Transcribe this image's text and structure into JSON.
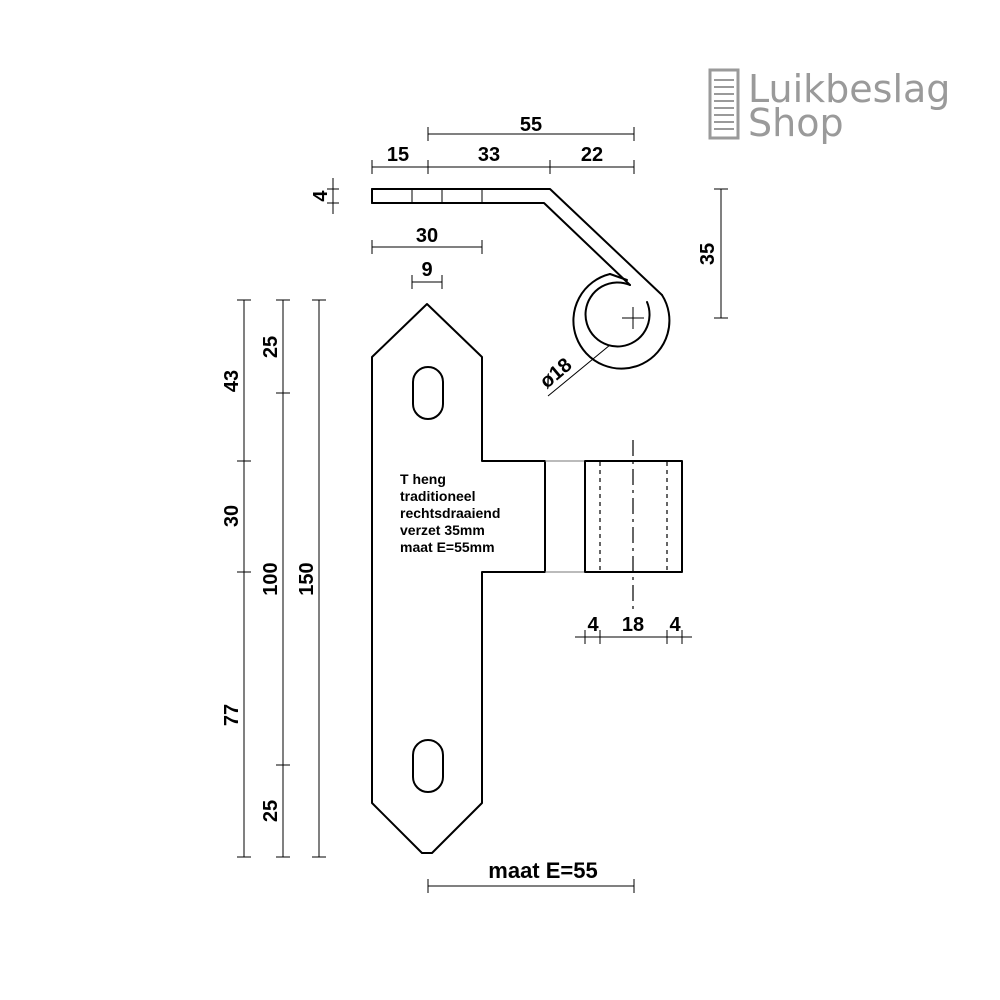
{
  "brand": {
    "line1": "Luikbeslag",
    "line2": "Shop",
    "color": "#9a9a9a",
    "icon": "document-lines-icon"
  },
  "top_view": {
    "dim_overall": "55",
    "dim_segment_a": "15",
    "dim_segment_b": "33",
    "dim_segment_c": "22",
    "dim_thickness": "4",
    "dim_flat": "30",
    "dim_slot": "9",
    "dim_offset": "35",
    "dim_eye_diameter": "ø18"
  },
  "front_view": {
    "dim_top_ends": "43",
    "dim_top_slot": "25",
    "dim_middle": "30",
    "dim_center": "100",
    "dim_total": "150",
    "dim_bottom_ends": "77",
    "dim_bottom_slot": "25",
    "dim_wall_left": "4",
    "dim_pin": "18",
    "dim_wall_right": "4"
  },
  "description": [
    "T heng",
    "traditioneel",
    "rechtsdraaiend",
    "verzet 35mm",
    "maat E=55mm"
  ],
  "footer_dimension": "maat E=55"
}
